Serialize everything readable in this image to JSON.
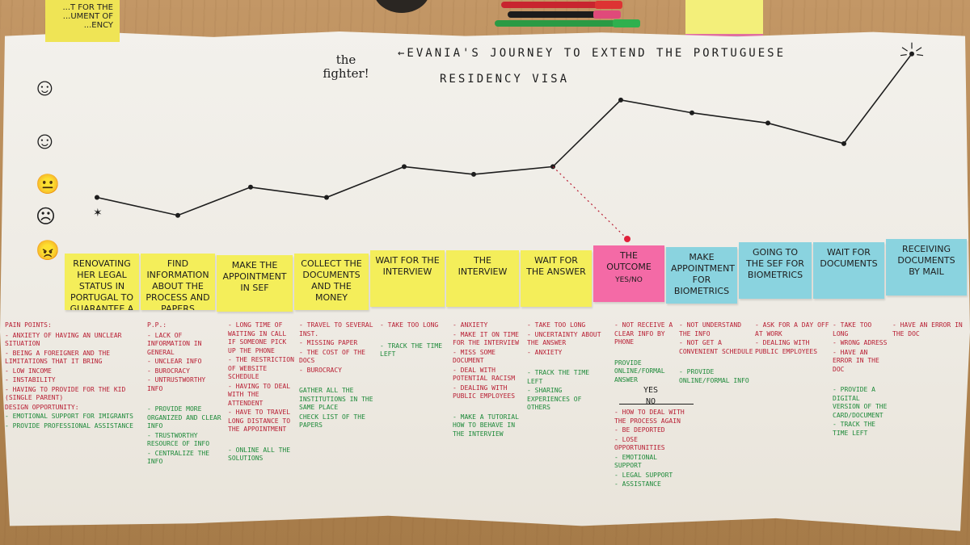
{
  "title": {
    "line1": "←EVANIA'S JOURNEY TO EXTEND THE PORTUGUESE",
    "line2": "RESIDENCY VISA",
    "annotation": "the fighter!"
  },
  "corner_note": "...T FOR THE ...UMENT OF ...ENCY",
  "faces": [
    "very-happy-face-icon",
    "happy-face-icon",
    "neutral-face-icon",
    "sad-face-icon",
    "angry-face-icon"
  ],
  "colors": {
    "yellow": "#f4ee5a",
    "pink": "#f46aa6",
    "blue": "#8ad3df",
    "red_ink": "#b81e33",
    "green_ink": "#1e8a3a"
  },
  "chart_data": {
    "type": "line",
    "x": [
      "Renovating her legal status",
      "Find information",
      "Make the appointment",
      "Collect the documents",
      "Wait for the interview",
      "The interview",
      "Wait for the answer",
      "The outcome",
      "Make appointment for biometrics",
      "Going to the SEF for biometrics",
      "Wait for documents",
      "Receiving documents by mail"
    ],
    "values": [
      2,
      1.3,
      2.4,
      2.0,
      3.2,
      2.9,
      3.2,
      5.8,
      5.3,
      4.9,
      4.1,
      7.6
    ],
    "ylim": [
      0,
      8
    ]
  },
  "stages": [
    {
      "label": "Renovating her legal status in Portugal to guarantee a better future",
      "color": "yellow"
    },
    {
      "label": "Find information about the process and papers",
      "color": "yellow"
    },
    {
      "label": "Make the appointment in SEF",
      "color": "yellow"
    },
    {
      "label": "Collect the documents and the money",
      "color": "yellow"
    },
    {
      "label": "Wait for the interview",
      "color": "yellow"
    },
    {
      "label": "The interview",
      "color": "yellow"
    },
    {
      "label": "Wait for the answer",
      "color": "yellow"
    },
    {
      "label": "The outcome",
      "sub": "Yes/No",
      "color": "pink"
    },
    {
      "label": "Make appointment for biometrics",
      "color": "blue"
    },
    {
      "label": "Going to the SEF for biometrics",
      "color": "blue"
    },
    {
      "label": "Wait for documents",
      "color": "blue"
    },
    {
      "label": "Receiving documents by mail",
      "color": "blue"
    }
  ],
  "columns": [
    {
      "header": "Pain points:",
      "pains": [
        "- Anxiety of having an unclear situation",
        "- Being a foreigner and the limitations that it bring",
        "- Low income",
        "- Instability",
        "- Having to provide for the kid (single parent)"
      ],
      "design": "Design opportunity:",
      "opps": [
        "- Emotional support for imigrants",
        "- Provide professional assistance"
      ]
    },
    {
      "header": "P.P.:",
      "pains": [
        "- Lack of information in general",
        "- Unclear info",
        "- Burocracy",
        "- Untrustworthy info"
      ],
      "opps": [
        "- Provide more organized and clear info",
        "- Trustworthy resource of info",
        "- Centralize the info"
      ]
    },
    {
      "pains": [
        "- Long time of waiting in call if someone pick up the phone",
        "- The restriction of website schedule",
        "- Having to deal with the attendent",
        "- Have to travel long distance to the appointment"
      ],
      "opps": [
        "- Online all the solutions"
      ]
    },
    {
      "pains": [
        "- Travel to several inst.",
        "- Missing paper",
        "- The cost of the docs",
        "- Burocracy"
      ],
      "opps": [
        "Gather all the institutions in the same place",
        "Check list of the papers"
      ]
    },
    {
      "pains": [
        "- Take too long"
      ],
      "opps": [
        "- Track the time left"
      ]
    },
    {
      "pains": [
        "- Anxiety",
        "- Make it on time for the interview",
        "- Miss some document",
        "- Deal with potential racism",
        "- Dealing with public employees"
      ],
      "opps": [
        "- Make a tutorial how to behave in the interview"
      ]
    },
    {
      "pains": [
        "- Take too long",
        "- Uncertainty about the answer",
        "- Anxiety"
      ],
      "opps": [
        "- Track the time left",
        "- Sharing experiences of others"
      ]
    },
    {
      "pains": [
        "- Not receive a clear info by phone"
      ],
      "opps": [
        "Provide online/formal answer"
      ],
      "yes": "YES",
      "no": "NO",
      "no_pains": [
        "- How to deal with the process again",
        "- Be deported",
        "- Lose opportunities"
      ],
      "no_opps": [
        "- Emotional support",
        "- Legal support",
        "- Assistance"
      ]
    },
    {
      "pains": [
        "- Not understand the info",
        "- Not get a convenient schedule"
      ],
      "opps": [
        "- Provide online/formal info"
      ]
    },
    {
      "pains": [
        "- Ask for a day off at work",
        "- Dealing with public employees"
      ],
      "opps": []
    },
    {
      "pains": [
        "- Take too long",
        "- Wrong adress",
        "- Have an error in the doc"
      ],
      "opps": [
        "- Provide a digital version of the card/document",
        "- Track the time left"
      ]
    },
    {
      "pains": [
        "- Have an error in the doc"
      ],
      "opps": []
    }
  ]
}
